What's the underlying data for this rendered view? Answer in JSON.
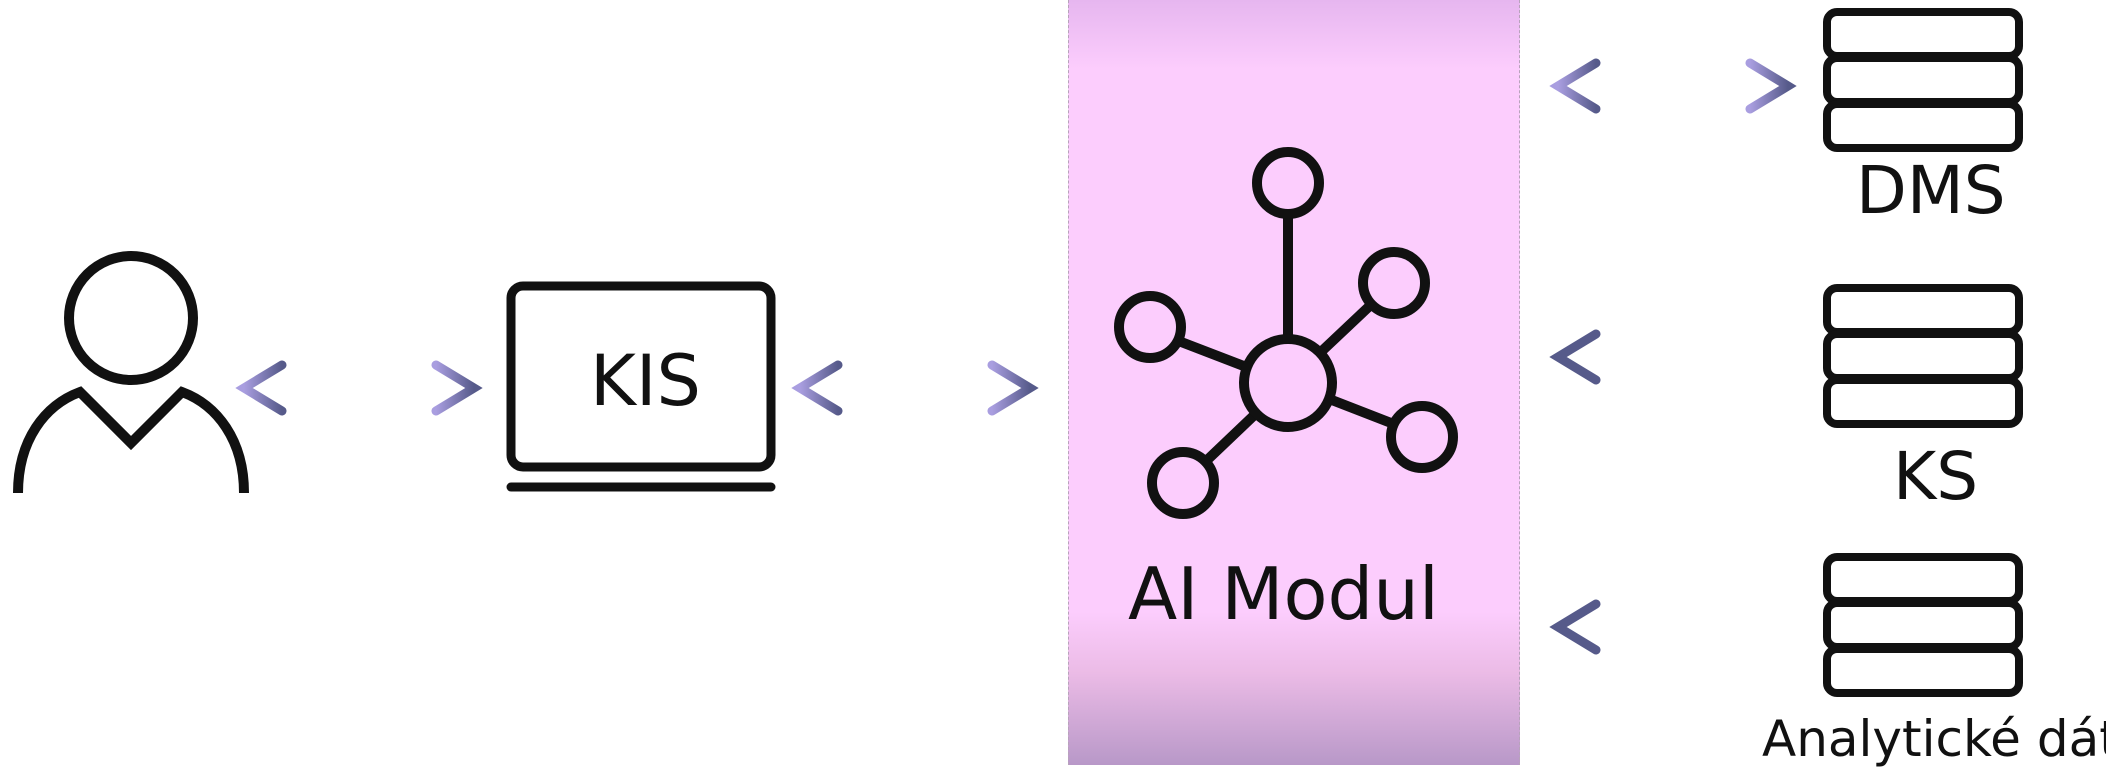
{
  "diagram": {
    "kis_label": "KIS",
    "ai_label": "AI Modul",
    "databases": [
      {
        "label": "DMS"
      },
      {
        "label": "KS"
      },
      {
        "label": "Analytické dáta"
      }
    ],
    "icons": [
      "user-icon",
      "laptop-icon",
      "network-hub-icon",
      "database-icon"
    ],
    "colors": {
      "panel": "#fccdfd",
      "arrow_light": "#a99ee0",
      "arrow_dark": "#565a8a",
      "stroke": "#111111"
    }
  }
}
